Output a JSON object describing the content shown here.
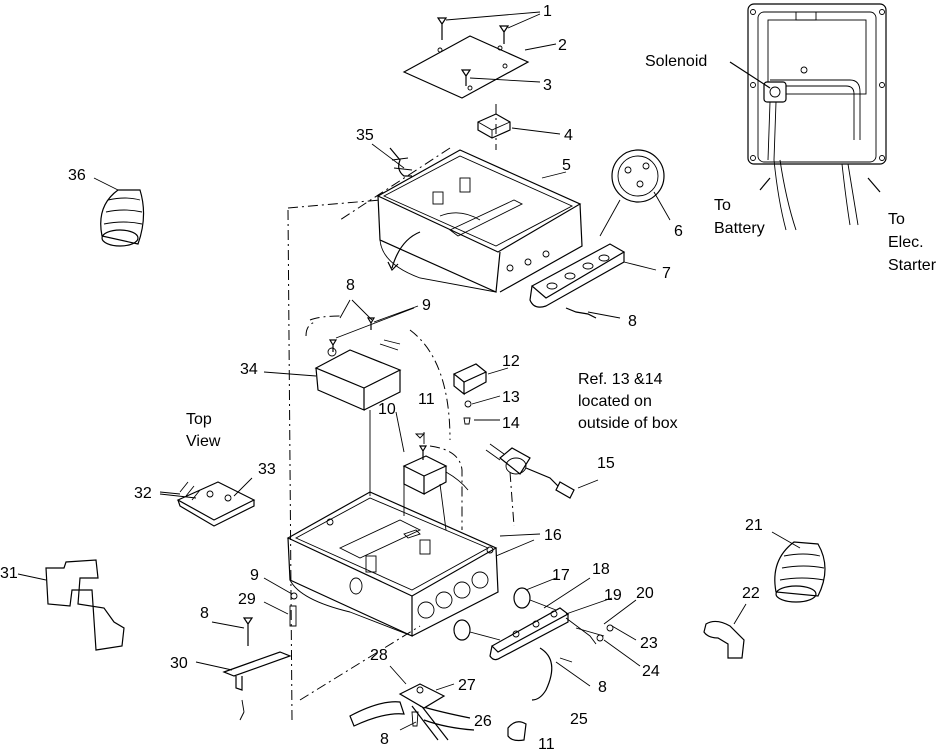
{
  "part_numbers": [
    "1",
    "2",
    "3",
    "4",
    "5",
    "6",
    "7",
    "8",
    "8",
    "8",
    "8",
    "8",
    "9",
    "9",
    "10",
    "11",
    "11",
    "12",
    "13",
    "14",
    "15",
    "16",
    "17",
    "18",
    "19",
    "20",
    "21",
    "22",
    "23",
    "24",
    "25",
    "26",
    "27",
    "28",
    "29",
    "30",
    "31",
    "32",
    "33",
    "34",
    "35",
    "36"
  ],
  "callouts": {
    "solenoid": "Solenoid",
    "to_battery_1": "To",
    "to_battery_2": "Battery",
    "to_starter_1": "To",
    "to_starter_2": "Elec.",
    "to_starter_3": "Starter",
    "top_view_1": "Top",
    "top_view_2": "View",
    "ref_note_1": "Ref. 13 &14",
    "ref_note_2": "located on",
    "ref_note_3": "outside of box"
  }
}
